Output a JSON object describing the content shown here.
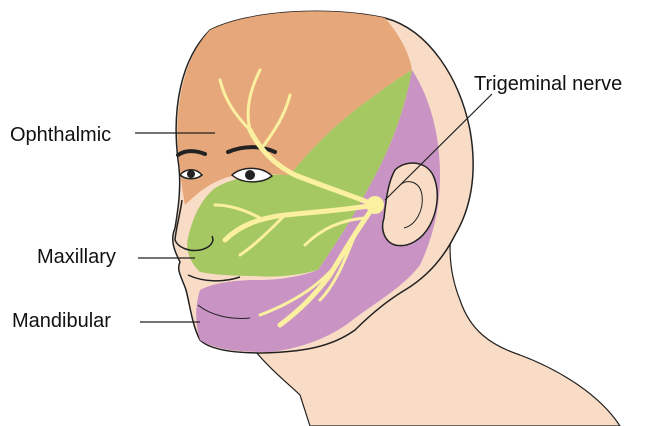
{
  "labels": {
    "ophthalmic": "Ophthalmic",
    "maxillary": "Maxillary",
    "mandibular": "Mandibular",
    "trigeminal": "Trigeminal nerve"
  },
  "colors": {
    "background": "#ffffff",
    "skin": "#f8dcc6",
    "ophthalmic_zone": "#e6a77a",
    "maxillary_zone": "#a6c862",
    "mandibular_zone": "#c994c4",
    "nerve": "#fbf0a0",
    "outline": "#222222"
  }
}
